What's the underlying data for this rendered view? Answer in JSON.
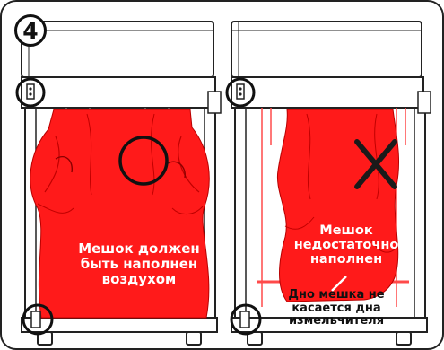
{
  "step": {
    "number": "4"
  },
  "panels": [
    {
      "id": "correct",
      "label": "Мешок должен быть наполнен воздухом"
    },
    {
      "id": "incorrect",
      "label_top": "Мешок недостаточно наполнен",
      "label_bottom": "Дно мешка не касается дна измельчителя"
    }
  ],
  "colors": {
    "bag": "#ff1a1a",
    "bag_fold": "#d80f0f",
    "outline": "#222222",
    "cross": "#1a1a1a"
  }
}
